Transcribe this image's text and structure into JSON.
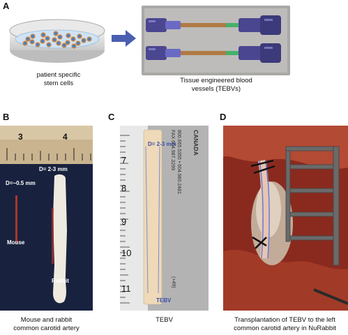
{
  "figure": {
    "panel_a": {
      "label": "A",
      "dish_caption": [
        "patient specific",
        "stem cells"
      ],
      "tebv_caption": [
        "Tissue engineered blood",
        "vessels (TEBVs)"
      ]
    },
    "panel_b": {
      "label": "B",
      "ruler_numbers": [
        "3",
        "4"
      ],
      "d_rabbit": "D= 2-3 mm",
      "d_mouse": "D=~0.5 mm",
      "mouse_label": "Mouse",
      "rabbit_label": "Rabbit",
      "caption": [
        "Mouse and rabbit",
        "common carotid artery"
      ]
    },
    "panel_c": {
      "label": "C",
      "ruler_numbers": [
        "7",
        "8",
        "9",
        "10",
        "11"
      ],
      "d_label": "D= 2-3 mm",
      "tebv_tag": "TEBV",
      "box_text": [
        "CANADA",
        "800.665.5355 • 604.980.2481",
        "FAX 604.987.3299",
        "(+49)"
      ],
      "caption": [
        "TEBV"
      ]
    },
    "panel_d": {
      "label": "D",
      "caption": [
        "Transplantation of TEBV to the left",
        "common carotid artery in NuRabbit"
      ]
    }
  },
  "colors": {
    "arrow_blue": "#4a5fb0",
    "tissue_red": "#b0322a",
    "dish_blue": "#4a7fc4",
    "cell_orange": "#d98a3a"
  }
}
